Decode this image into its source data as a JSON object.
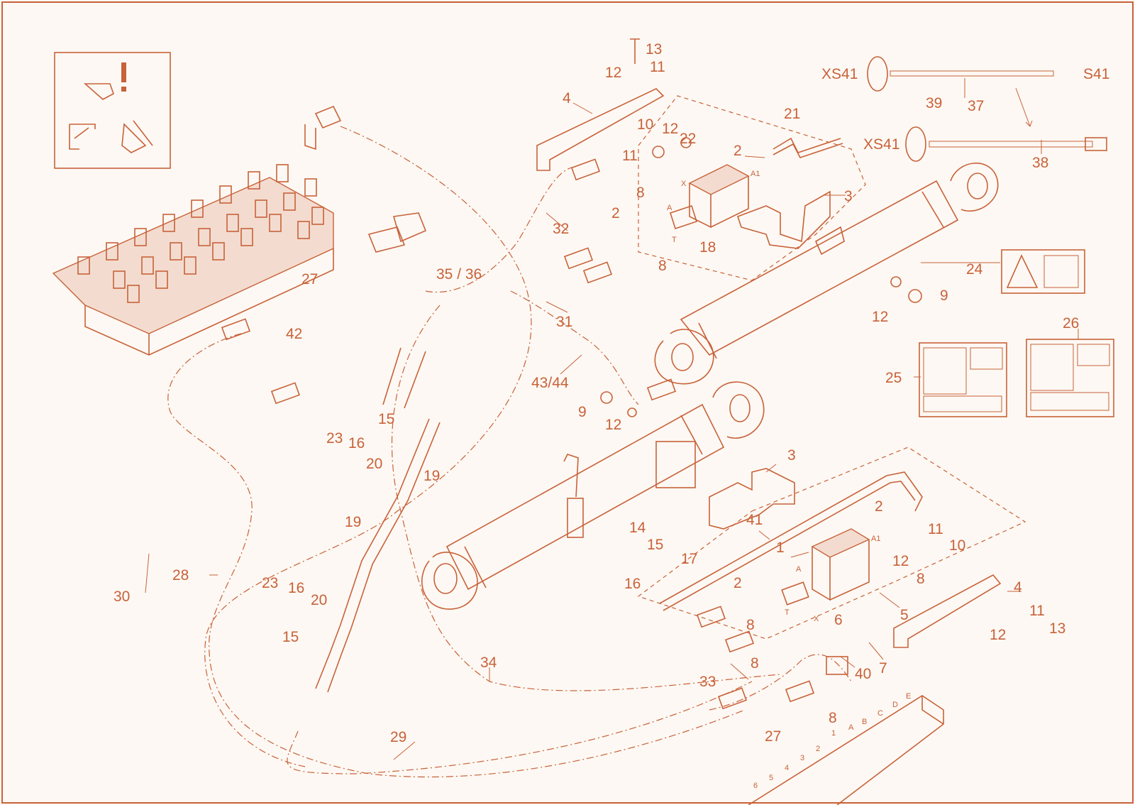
{
  "labels": {
    "l1": "1",
    "l2a": "2",
    "l2b": "2",
    "l2c": "2",
    "l2d": "2",
    "l3a": "3",
    "l3b": "3",
    "l4a": "4",
    "l4b": "4",
    "l5": "5",
    "l6": "6",
    "l7": "7",
    "l8a": "8",
    "l8b": "8",
    "l8c": "8",
    "l8d": "8",
    "l8e": "8",
    "l8f": "8",
    "l9a": "9",
    "l9b": "9",
    "l10a": "10",
    "l10b": "10",
    "l11a": "11",
    "l11b": "11",
    "l11c": "11",
    "l11d": "11",
    "l12a": "12",
    "l12b": "12",
    "l12c": "12",
    "l12d": "12",
    "l12e": "12",
    "l12f": "12",
    "l13a": "13",
    "l13b": "13",
    "l14": "14",
    "l15a": "15",
    "l15b": "15",
    "l15c": "15",
    "l16a": "16",
    "l16b": "16",
    "l16c": "16",
    "l17": "17",
    "l18": "18",
    "l19a": "19",
    "l19b": "19",
    "l20a": "20",
    "l20b": "20",
    "l21": "21",
    "l22": "22",
    "l23a": "23",
    "l23b": "23",
    "l24": "24",
    "l25": "25",
    "l26": "26",
    "l27a": "27",
    "l27b": "27",
    "l28": "28",
    "l29": "29",
    "l30": "30",
    "l31": "31",
    "l32": "32",
    "l33": "33",
    "l34": "34",
    "l3536": "35 / 36",
    "l37": "37",
    "l38": "38",
    "l39": "39",
    "l40": "40",
    "l41": "41",
    "l42": "42",
    "l4344": "43/44",
    "xs41a": "XS41",
    "xs41b": "XS41",
    "s41": "S41"
  },
  "port_marks": {
    "a1_top": "A1",
    "x_top": "X",
    "a_top": "A",
    "t_top": "T",
    "a1_bot": "A1",
    "a_bot": "A",
    "t_bot": "T",
    "x_bot": "X",
    "ma": "A",
    "mb": "B",
    "mc": "C",
    "md": "D",
    "me": "E",
    "m1": "1",
    "m2": "2",
    "m3": "3",
    "m4": "4",
    "m5": "5",
    "m6": "6"
  },
  "colors": {
    "line": "#c8623a",
    "background": "#fdf8f3"
  }
}
